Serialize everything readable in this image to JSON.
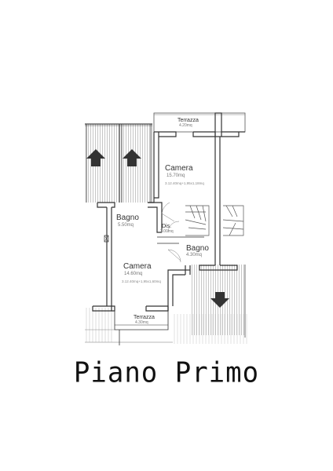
{
  "plan_title": "Piano Primo",
  "rooms": {
    "terrazza_top": {
      "name": "Terrazza",
      "area": "4.20mq"
    },
    "camera_top": {
      "name": "Camera",
      "area": "15.70mq",
      "calc": "3.12.40mq+1,95x1,18mq"
    },
    "bagno_left": {
      "name": "Bagno",
      "area": "5.50mq"
    },
    "dis": {
      "name": "Dis.",
      "area": "3.00mq"
    },
    "bagno_right": {
      "name": "Bagno",
      "area": "4.30mq"
    },
    "camera_bottom": {
      "name": "Camera",
      "area": "14.60mq",
      "calc": "3.12.40mq+1,95x1,60mq"
    },
    "terrazza_bottom": {
      "name": "Terrazza",
      "area": "4.30mq"
    }
  },
  "colors": {
    "wall": "#333333",
    "hatch": "#9a9a9a",
    "title": "#111111"
  }
}
